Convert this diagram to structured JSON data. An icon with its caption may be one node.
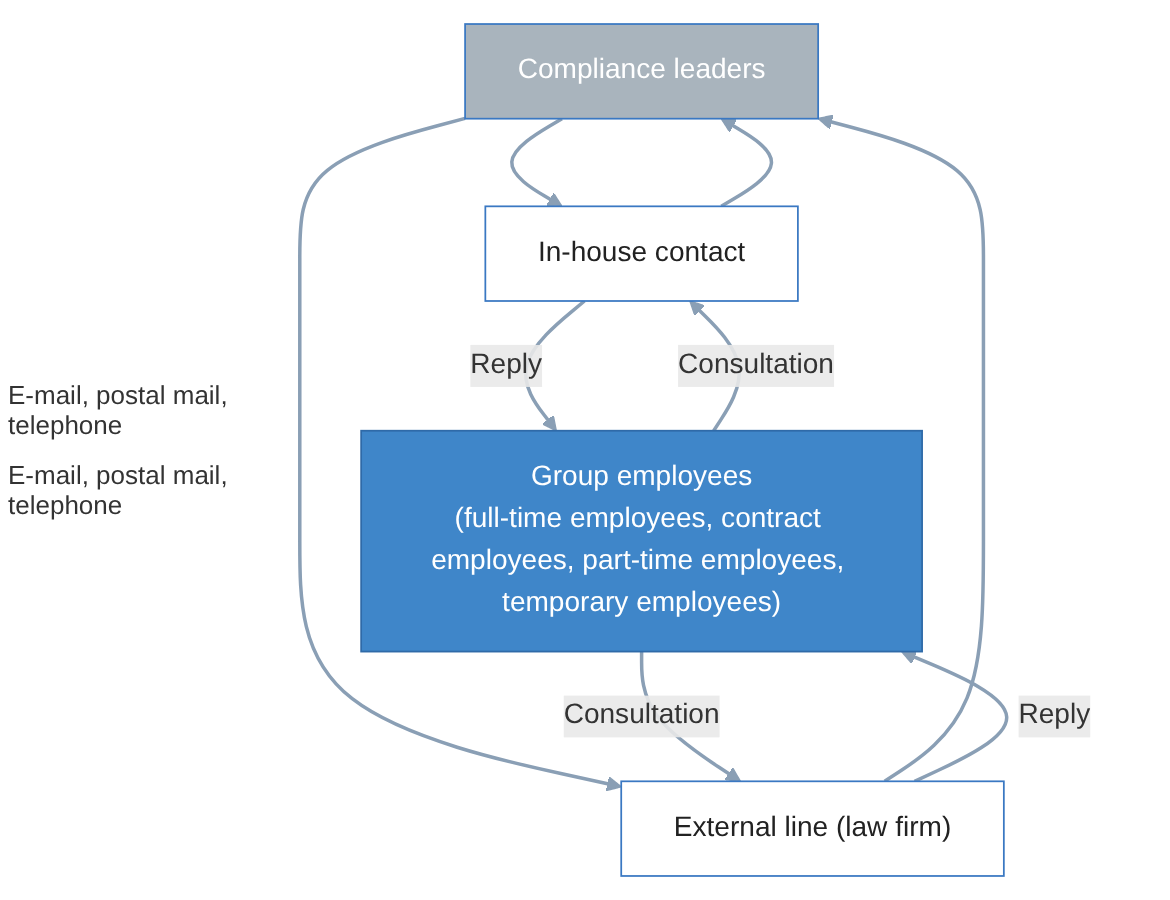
{
  "diagram": {
    "nodes": [
      {
        "text": [
          "Compliance leaders"
        ]
      },
      {
        "text": [
          "In-house contact"
        ]
      },
      {
        "text": [
          "External line (law firm)"
        ]
      },
      {
        "text": [
          "Group employees",
          "(full-time employees, contract employees, part-time employees, temporary employees)"
        ]
      }
    ],
    "edges": [
      {
        "from": 0,
        "to": 1,
        "arrow": "to"
      },
      {
        "from": 1,
        "to": 0,
        "arrow": "to"
      },
      {
        "from": 2,
        "to": 0,
        "arrow": "to"
      },
      {
        "from": 0,
        "to": 2,
        "arrow": "to"
      },
      {
        "from": 1,
        "to": 3,
        "label": "Reply",
        "arrow": "to"
      },
      {
        "from": 3,
        "to": 1,
        "label": "Consultation",
        "arrow": "to"
      },
      {
        "from": 3,
        "to": 2,
        "label": "Consultation",
        "arrow": "to"
      },
      {
        "from": 2,
        "to": 3,
        "label": "Reply",
        "arrow": "to"
      }
    ],
    "labels": [
      "E-mail, postal mail, telephone",
      "E-mail, postal mail, telephone"
    ]
  }
}
